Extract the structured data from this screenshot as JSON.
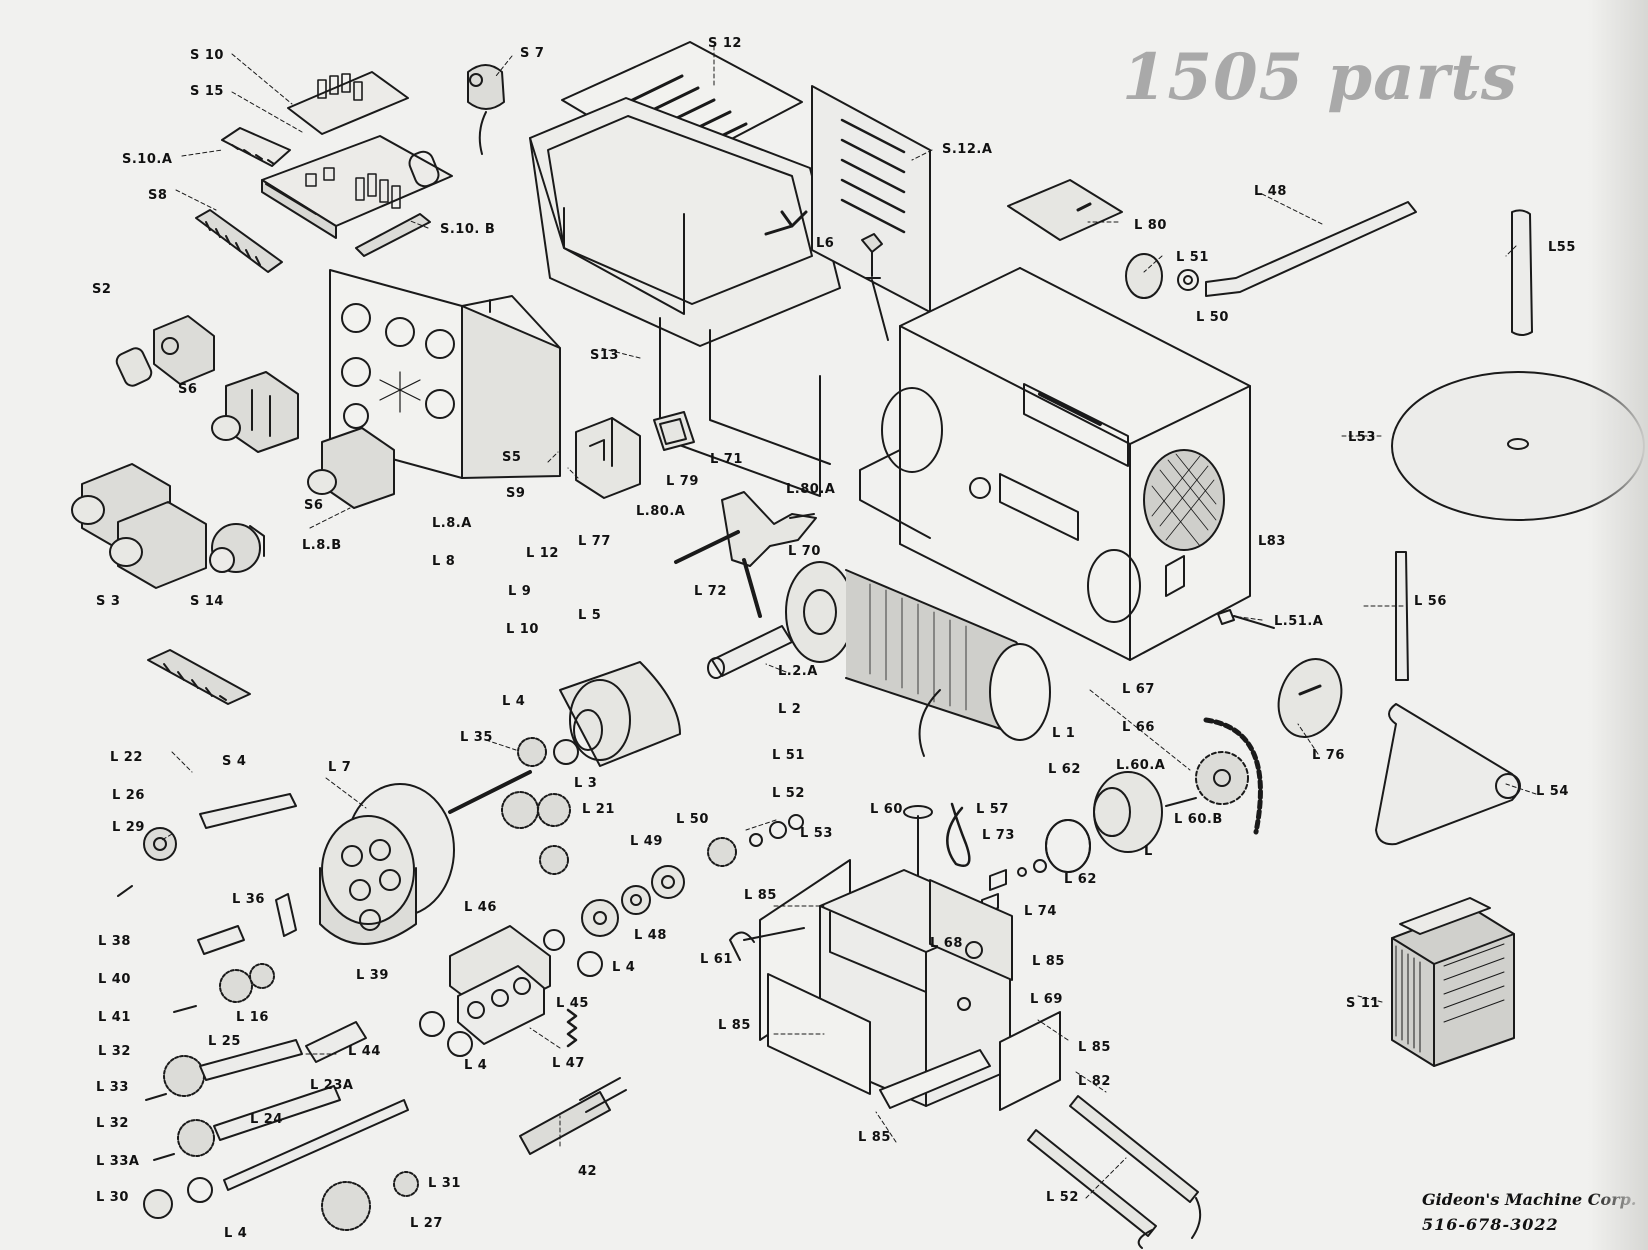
{
  "title": "1505 parts",
  "footer": {
    "company": "Gideon's Machine Corp.",
    "phone": "516-678-3022"
  },
  "labels": [
    "S 10",
    "S 15",
    "S.10.A",
    "S8",
    "S 7",
    "S 12",
    "S.12.A",
    "S.10. B",
    "L6",
    "L 48",
    "L 80",
    "L 51",
    "L 50",
    "L55",
    "S2",
    "S6",
    "S5",
    "S13",
    "S9",
    "L 71",
    "L 79",
    "L.80.A",
    "L.80.A",
    "L53",
    "S6",
    "L.8.A",
    "L.8.B",
    "L 8",
    "L 12",
    "L 77",
    "L 70",
    "L83",
    "S 3",
    "S 14",
    "L 9",
    "L 10",
    "L 72",
    "L 5",
    "L 56",
    "L.51.A",
    "L.2.A",
    "L 2",
    "L 67",
    "L 4",
    "L 35",
    "L 66",
    "L 76",
    "S 4",
    "L 22",
    "L 7",
    "L 3",
    "L 21",
    "L 51",
    "L 1",
    "L 62",
    "L.60.A",
    "L 54",
    "L 26",
    "L 52",
    "L 60",
    "L 57",
    "L 29",
    "L 50",
    "L 53",
    "L 60.B",
    "L 73",
    "L 49",
    "L",
    "L 62",
    "L 36",
    "L 85",
    "L 74",
    "L 38",
    "L 46",
    "L 48",
    "L 39",
    "L 61",
    "L 68",
    "L 85",
    "L 4",
    "L 40",
    "L 69",
    "L 41",
    "L 16",
    "L 45",
    "L 85",
    "S 11",
    "L 25",
    "L 44",
    "L 85",
    "L 47",
    "L 32",
    "L 4",
    "L 82",
    "L 23A",
    "L 33",
    "L 24",
    "L 32",
    "L 33A",
    "L 85",
    "42",
    "L 31",
    "L 30",
    "L 52",
    "L 27",
    "L 4"
  ]
}
